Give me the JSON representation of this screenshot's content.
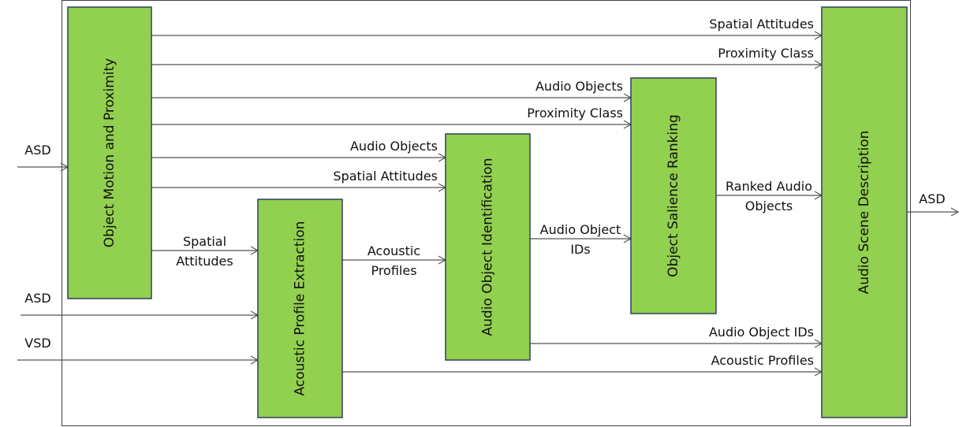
{
  "diagram": {
    "colors": {
      "block_fill": "#92d050",
      "block_border": "#2f3f5f",
      "line": "#555555",
      "frame": "#404040"
    },
    "blocks": [
      {
        "id": "motion",
        "label": "Object Motion and Proximity"
      },
      {
        "id": "acoustic",
        "label": "Acoustic Profile Extraction"
      },
      {
        "id": "identification",
        "label": "Audio Object Identification"
      },
      {
        "id": "salience",
        "label": "Object Salience Ranking"
      },
      {
        "id": "scene",
        "label": "Audio Scene Description"
      }
    ],
    "external_inputs": [
      {
        "label": "ASD",
        "to": "motion"
      },
      {
        "label": "ASD",
        "to": "acoustic"
      },
      {
        "label": "VSD",
        "to": "acoustic"
      }
    ],
    "external_outputs": [
      {
        "label": "ASD",
        "from": "scene"
      }
    ],
    "edges": [
      {
        "from": "motion",
        "to": "scene",
        "label": [
          "Spatial Attitudes"
        ]
      },
      {
        "from": "motion",
        "to": "scene",
        "label": [
          "Proximity Class"
        ]
      },
      {
        "from": "motion",
        "to": "salience",
        "label": [
          "Audio Objects"
        ]
      },
      {
        "from": "motion",
        "to": "salience",
        "label": [
          "Proximity Class"
        ]
      },
      {
        "from": "motion",
        "to": "identification",
        "label": [
          "Audio Objects"
        ]
      },
      {
        "from": "motion",
        "to": "identification",
        "label": [
          "Spatial Attitudes"
        ]
      },
      {
        "from": "motion",
        "to": "acoustic",
        "label": [
          "Spatial",
          "Attitudes"
        ]
      },
      {
        "from": "acoustic",
        "to": "identification",
        "label": [
          "Acoustic",
          "Profiles"
        ]
      },
      {
        "from": "identification",
        "to": "salience",
        "label": [
          "Audio Object",
          "IDs"
        ]
      },
      {
        "from": "salience",
        "to": "scene",
        "label": [
          "Ranked Audio",
          "Objects"
        ]
      },
      {
        "from": "identification",
        "to": "scene",
        "label": [
          "Audio Object IDs"
        ]
      },
      {
        "from": "acoustic",
        "to": "scene",
        "label": [
          "Acoustic Profiles"
        ]
      }
    ]
  }
}
